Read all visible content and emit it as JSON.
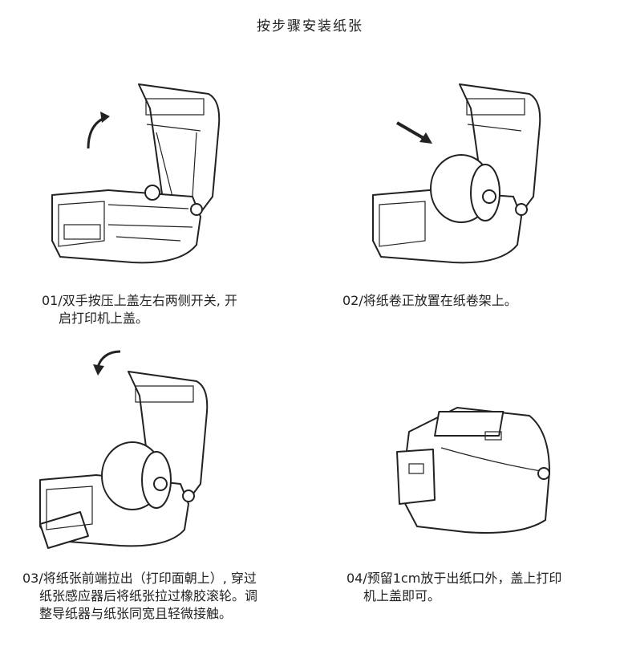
{
  "title": "按步骤安装纸张",
  "steps": [
    {
      "line1": "01/双手按压上盖左右两侧开关, 开",
      "line2": "启打印机上盖。"
    },
    {
      "line1": "02/将纸卷正放置在纸卷架上。"
    },
    {
      "line1": "03/将纸张前端拉出（打印面朝上）, 穿过",
      "line2": "纸张感应器后将纸张拉过橡胶滚轮。调",
      "line3": "整导纸器与纸张同宽且轻微接触。"
    },
    {
      "line1": "04/预留1cm放于出纸口外，盖上打印",
      "line2": "机上盖即可。"
    }
  ],
  "icons": [
    "arrow-rotate-up-icon",
    "arrow-push-icon",
    "arrow-rotate-down-icon"
  ]
}
